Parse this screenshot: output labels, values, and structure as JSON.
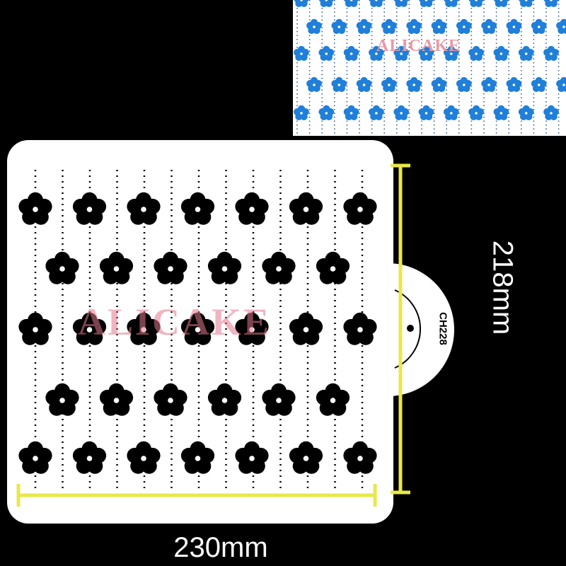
{
  "image": {
    "background": "#000000",
    "stencil_color": "#ffffff",
    "cutout_color": "#000000",
    "preview_flower_color": "#1f7fd9",
    "measure_color": "#e8e84a"
  },
  "watermark": {
    "text": "ALICAKE",
    "color": "#e2788c"
  },
  "dimensions": {
    "width_label": "230mm",
    "height_label": "218mm"
  },
  "model_code": "CH228",
  "pattern": {
    "motif": "five-petal-flower-icon",
    "stencil_rows": [
      {
        "offset": false,
        "count": 7
      },
      {
        "offset": true,
        "count": 6
      },
      {
        "offset": false,
        "count": 7
      },
      {
        "offset": true,
        "count": 6
      },
      {
        "offset": false,
        "count": 7
      }
    ]
  }
}
